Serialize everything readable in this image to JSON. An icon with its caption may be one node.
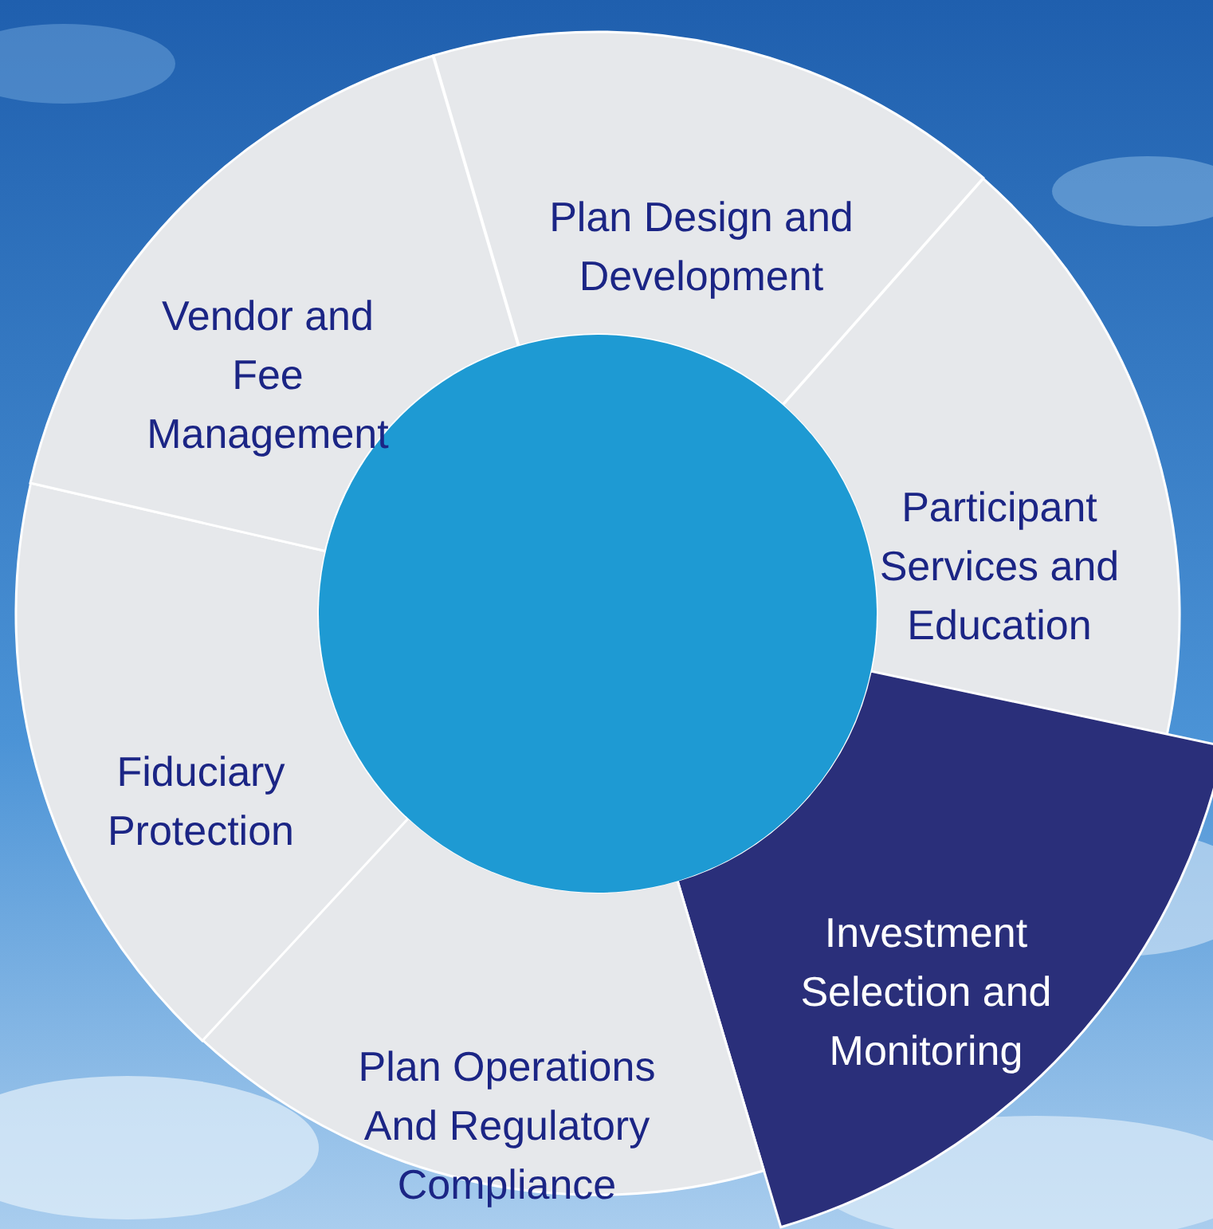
{
  "diagram": {
    "nodes": [
      {
        "text": [
          "Plan Design and Development"
        ]
      },
      {
        "text": [
          "Participant Services and Education"
        ]
      },
      {
        "text": [
          "Investment Selection and Monitoring"
        ]
      },
      {
        "text": [
          "Plan Operations And Regulatory Compliance"
        ]
      },
      {
        "text": [
          "Fiduciary Protection"
        ]
      },
      {
        "text": [
          "Vendor and Fee Management"
        ]
      },
      {
        "text": [],
        "shape": "circle"
      }
    ],
    "edges": []
  }
}
